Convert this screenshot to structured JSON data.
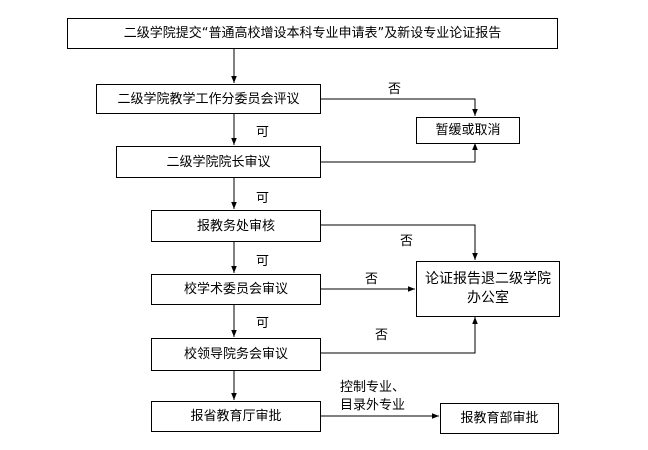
{
  "nodes": {
    "n1": "二级学院提交“普通高校增设本科专业申请表”及新设专业论证报告",
    "n2": "二级学院教学工作分委员会评议",
    "n3": "二级学院院长审议",
    "n4": "报教务处审核",
    "n5": "校学术委员会审议",
    "n6": "校领导院务会审议",
    "n7": "报省教育厅审批",
    "r1": "暂缓或取消",
    "r2": "论证报告退二级学院办公室",
    "r3": "报教育部审批"
  },
  "labels": {
    "yes1": "可",
    "yes2": "可",
    "yes3": "可",
    "yes4": "可",
    "no1": "否",
    "no2": "否",
    "no3": "否",
    "no4": "否",
    "control_line1": "控制专业、",
    "control_line2": "目录外专业"
  }
}
